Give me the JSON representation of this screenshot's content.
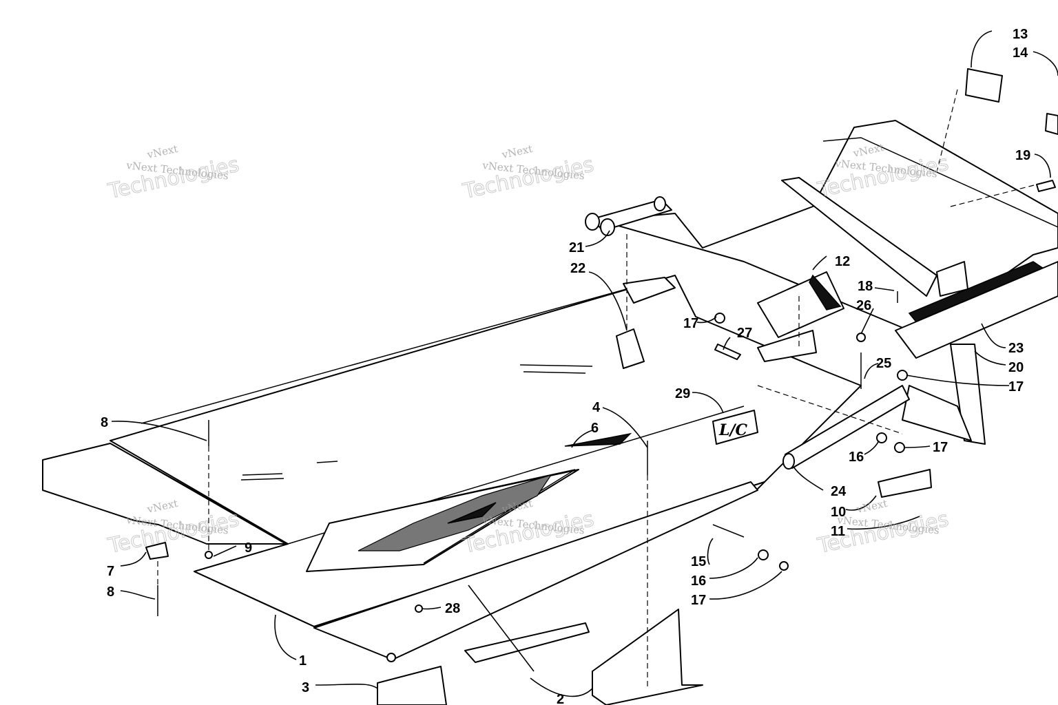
{
  "watermark": {
    "brand_line": "vNext Technologies",
    "big_line": "Technologies",
    "top_word": "vNext"
  },
  "callouts": {
    "p1": "1",
    "p2": "2",
    "p3": "3",
    "p4": "4",
    "p6": "6",
    "p7": "7",
    "p8a": "8",
    "p8b": "8",
    "p9": "9",
    "p10": "10",
    "p11": "11",
    "p12": "12",
    "p13": "13",
    "p14": "14",
    "p15": "15",
    "p16a": "16",
    "p16b": "16",
    "p17a": "17",
    "p17b": "17",
    "p17c": "17",
    "p17d": "17",
    "p18": "18",
    "p19": "19",
    "p20": "20",
    "p21": "21",
    "p22": "22",
    "p23": "23",
    "p24": "24",
    "p25": "25",
    "p26": "26",
    "p27": "27",
    "p28": "28",
    "p29": "29"
  },
  "decal_text": "L/C",
  "icons": {
    "bolt": "bolt-icon",
    "nut": "nut-icon",
    "washer": "washer-icon",
    "rivet": "rivet-icon"
  }
}
